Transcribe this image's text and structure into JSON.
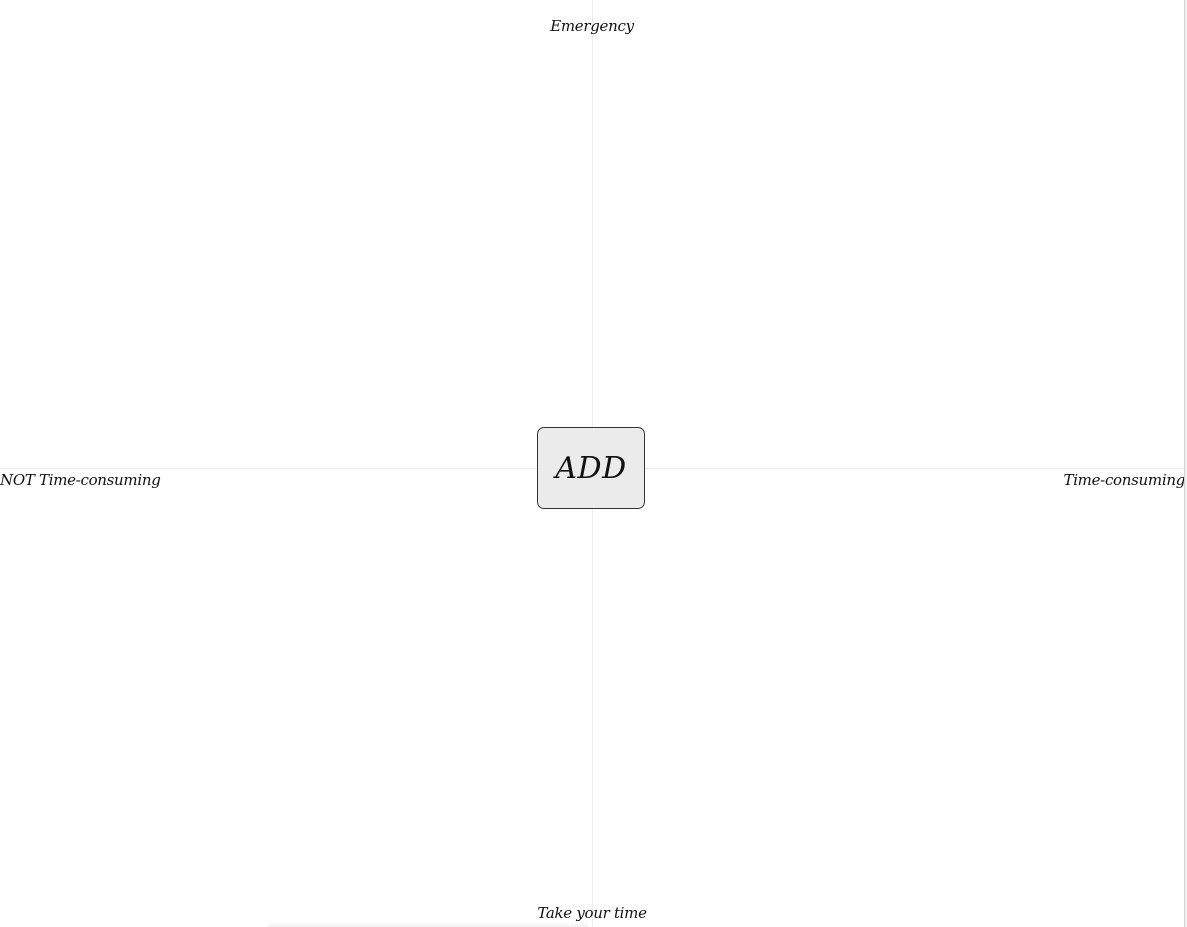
{
  "quadrant": {
    "top_label": "Emergency",
    "bottom_label": "Take your time",
    "left_label": "NOT Time-consuming",
    "right_label": "Time-consuming"
  },
  "add_button": {
    "label": "ADD"
  }
}
